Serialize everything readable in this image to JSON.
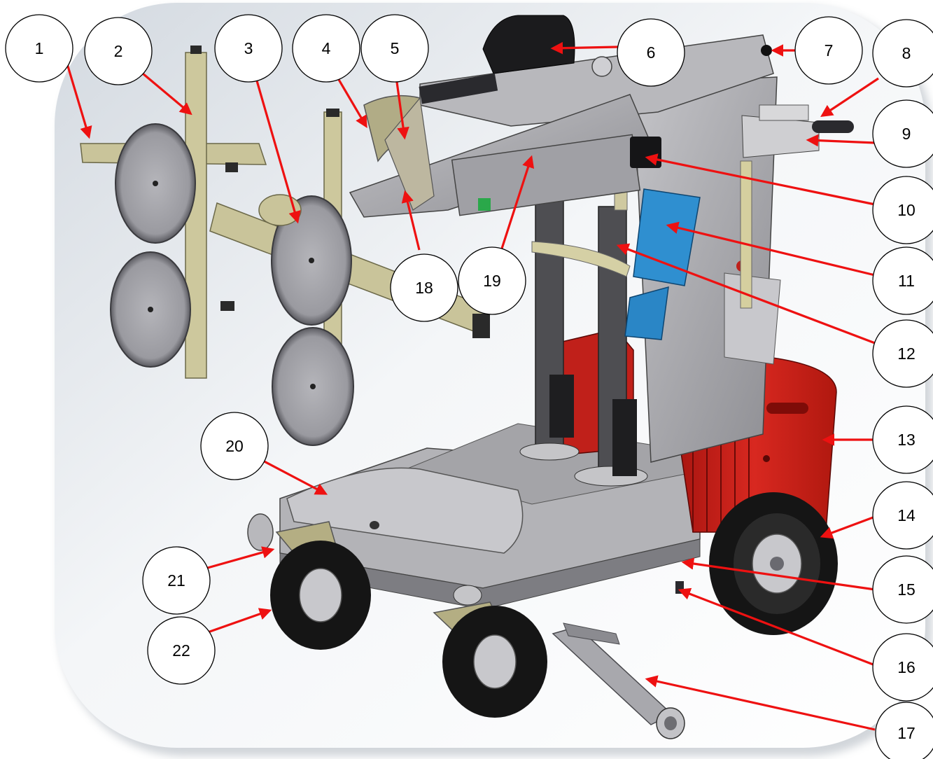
{
  "callouts": [
    {
      "id": "1",
      "label": "1"
    },
    {
      "id": "2",
      "label": "2"
    },
    {
      "id": "3",
      "label": "3"
    },
    {
      "id": "4",
      "label": "4"
    },
    {
      "id": "5",
      "label": "5"
    },
    {
      "id": "6",
      "label": "6"
    },
    {
      "id": "7",
      "label": "7"
    },
    {
      "id": "8",
      "label": "8"
    },
    {
      "id": "9",
      "label": "9"
    },
    {
      "id": "10",
      "label": "10"
    },
    {
      "id": "11",
      "label": "11"
    },
    {
      "id": "12",
      "label": "12"
    },
    {
      "id": "13",
      "label": "13"
    },
    {
      "id": "14",
      "label": "14"
    },
    {
      "id": "15",
      "label": "15"
    },
    {
      "id": "16",
      "label": "16"
    },
    {
      "id": "17",
      "label": "17"
    },
    {
      "id": "18",
      "label": "18"
    },
    {
      "id": "19",
      "label": "19"
    },
    {
      "id": "20",
      "label": "20"
    },
    {
      "id": "21",
      "label": "21"
    },
    {
      "id": "22",
      "label": "22"
    }
  ],
  "colors": {
    "leader_arrows": "#ee1111",
    "machine_frame": "#a7a7ab",
    "vacuum_arm": "#c9c49a",
    "counterweights": "#c8201c",
    "control_box": "#2f8fd0",
    "tyres": "#151515",
    "suction_pads": "#8f8f93"
  }
}
